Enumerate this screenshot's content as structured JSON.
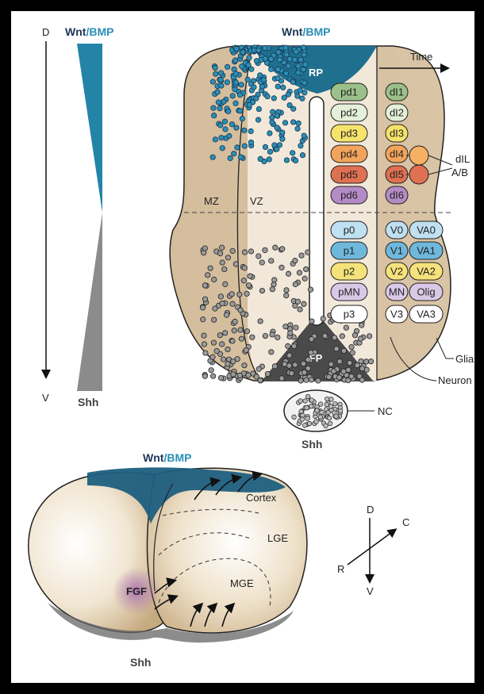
{
  "gradient_panel": {
    "top_label": "D",
    "bottom_label": "V",
    "wnt": "Wnt",
    "slash": "/",
    "bmp": "BMP",
    "shh": "Shh"
  },
  "spinal_cord": {
    "wnt": "Wnt",
    "slash": "/",
    "bmp": "BMP",
    "shh": "Shh",
    "roof_plate": "RP",
    "floor_plate": "FP",
    "notochord": "NC",
    "mz": "MZ",
    "vz": "VZ",
    "time": "Time",
    "progenitors": [
      "pd1",
      "pd2",
      "pd3",
      "pd4",
      "pd5",
      "pd6",
      "p0",
      "p1",
      "p2",
      "pMN",
      "p3"
    ],
    "neurons": [
      "dI1",
      "dI2",
      "dI3",
      "dI4",
      "dI5",
      "dI6",
      "V0",
      "V1",
      "V2",
      "MN",
      "V3"
    ],
    "glia_types": [
      "VA0",
      "VA1",
      "VA2",
      "Olig",
      "VA3"
    ],
    "dil_label": "dIL",
    "ab_label": "A/B",
    "glia_label": "Glia",
    "neuron_label": "Neuron",
    "colors": {
      "pd1": "#9cc08a",
      "pd2": "#e4f0d8",
      "pd3": "#f5e36b",
      "pd4": "#f2a45a",
      "pd5": "#e07052",
      "pd6": "#b58bc6",
      "p0": "#bfe0f0",
      "p1": "#6fb8dc",
      "p2": "#f5e27a",
      "pMN": "#d9c8e6",
      "p3": "#ffffff",
      "tissue": "#d9c4a6",
      "light": "#f3e9dc",
      "roof": "#1f6f8f",
      "floor": "#4a4a4a"
    }
  },
  "brain": {
    "wnt": "Wnt",
    "slash": "/",
    "bmp": "BMP",
    "shh": "Shh",
    "fgf": "FGF",
    "cortex": "Cortex",
    "lge": "LGE",
    "mge": "MGE"
  },
  "axes": {
    "d": "D",
    "v": "V",
    "r": "R",
    "c": "C"
  }
}
